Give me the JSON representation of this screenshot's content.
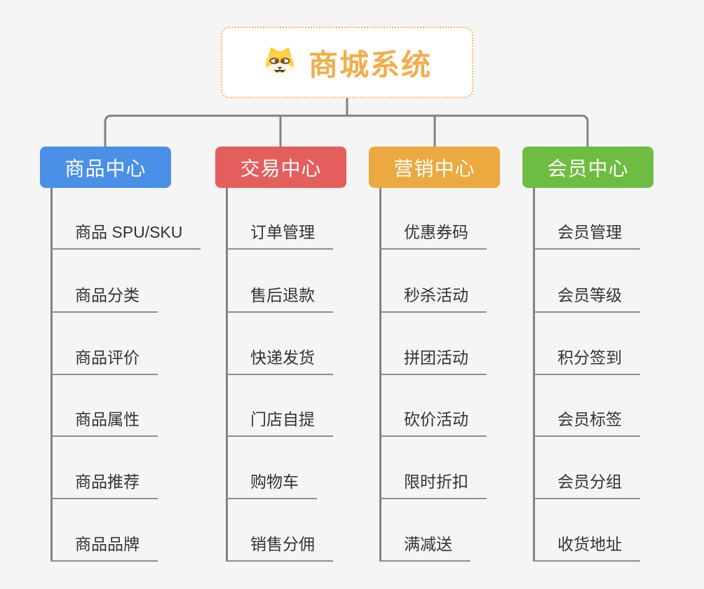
{
  "canvas": {
    "background_color": "#F5F5F5",
    "connector_color": "#828282",
    "underline_color": "#8E8E8E",
    "leaf_text_color": "#333333"
  },
  "root": {
    "label": "商城系统",
    "icon": "shiba-dog-icon",
    "text_color": "#F0AE4D",
    "border_color": "#F5B45A",
    "background_color": "#FFFFFF"
  },
  "branches": [
    {
      "label": "商品中心",
      "color": "#4B90E8",
      "children": [
        "商品 SPU/SKU",
        "商品分类",
        "商品评价",
        "商品属性",
        "商品推荐",
        "商品品牌"
      ]
    },
    {
      "label": "交易中心",
      "color": "#E55E5E",
      "children": [
        "订单管理",
        "售后退款",
        "快递发货",
        "门店自提",
        "购物车",
        "销售分佣"
      ]
    },
    {
      "label": "营销中心",
      "color": "#ECA93F",
      "children": [
        "优惠券码",
        "秒杀活动",
        "拼团活动",
        "砍价活动",
        "限时折扣",
        "满减送"
      ]
    },
    {
      "label": "会员中心",
      "color": "#6DBD42",
      "children": [
        "会员管理",
        "会员等级",
        "积分签到",
        "会员标签",
        "会员分组",
        "收货地址"
      ]
    }
  ]
}
